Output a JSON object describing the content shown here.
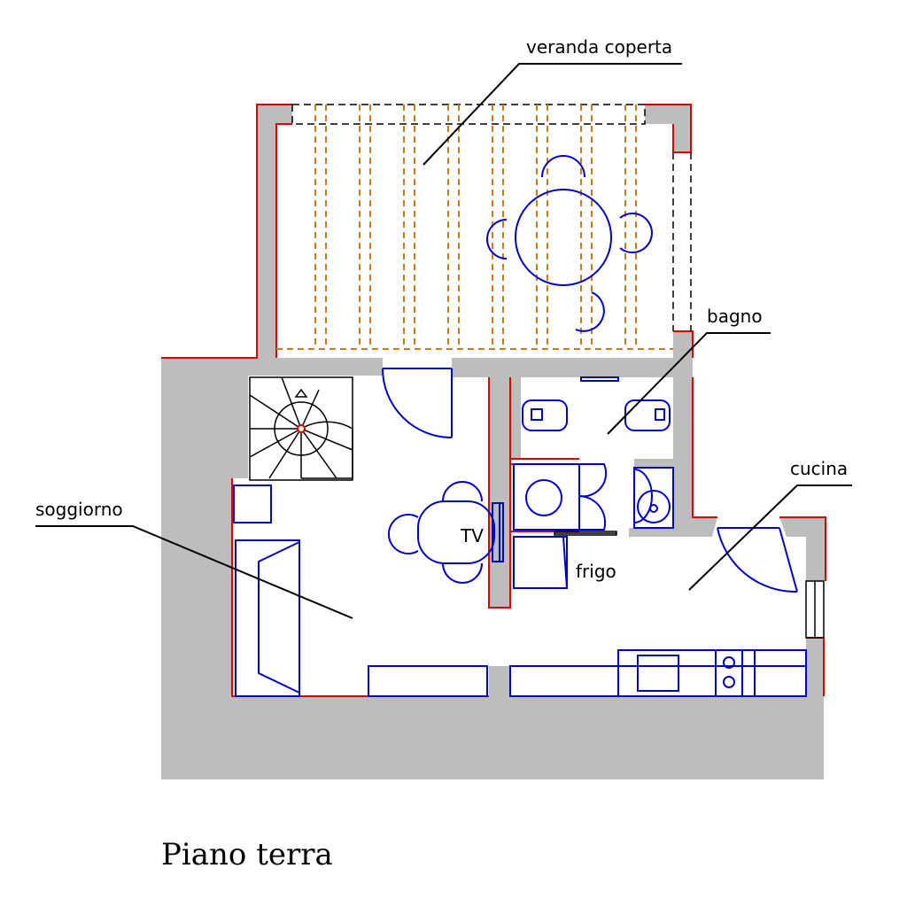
{
  "labels": {
    "veranda": "veranda coperta",
    "bagno": "bagno",
    "cucina": "cucina",
    "soggiorno": "soggiorno",
    "tv": "TV",
    "frigo": "frigo"
  },
  "title": "Piano terra",
  "colors": {
    "wall": "#bdbdbd",
    "outline": "#e00000",
    "furniture": "#0000cc",
    "beams": "#d07a1a"
  }
}
